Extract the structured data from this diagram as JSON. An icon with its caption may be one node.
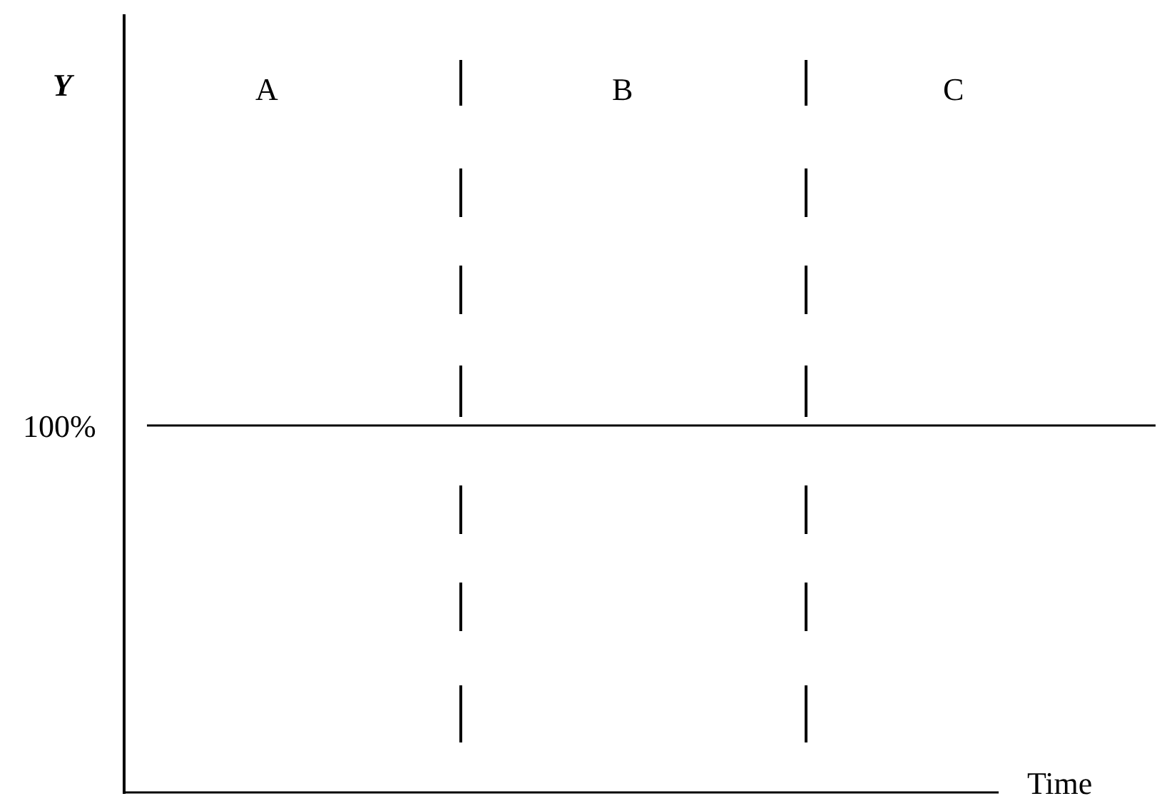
{
  "diagram": {
    "labels": [
      "Y",
      "A",
      "B",
      "C",
      "100%",
      "Time"
    ]
  }
}
